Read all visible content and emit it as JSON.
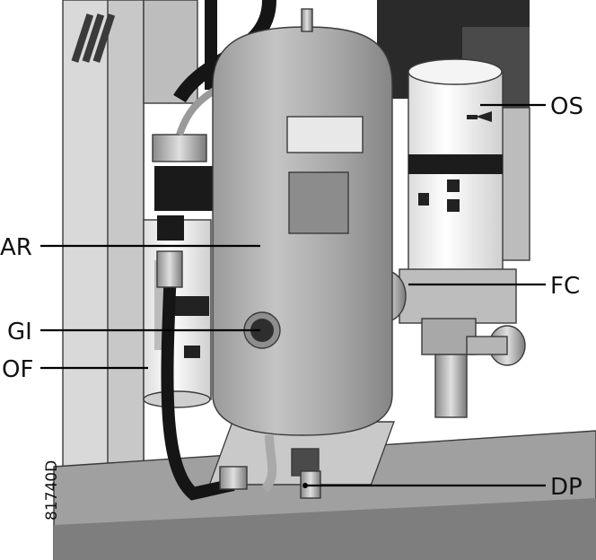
{
  "figure_id": "81740D",
  "callouts": [
    {
      "id": "OS",
      "label": "OS"
    },
    {
      "id": "AR",
      "label": "AR"
    },
    {
      "id": "FC",
      "label": "FC"
    },
    {
      "id": "GI",
      "label": "GI"
    },
    {
      "id": "OF",
      "label": "OF"
    },
    {
      "id": "DP",
      "label": "DP"
    }
  ],
  "colors": {
    "vessel": "#a9a9a9",
    "frame": "#d6d6d6",
    "filter": "#f4f4f4",
    "base": "#8f8f8f",
    "hose": "#151515"
  }
}
